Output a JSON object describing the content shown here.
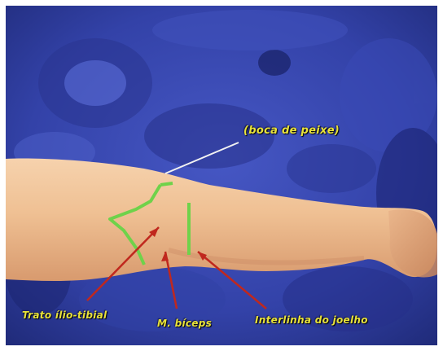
{
  "image": {
    "description_free_labels": true
  },
  "annotations": {
    "boca_de_peixe": "(boca de peixe)",
    "trato_ilio_tibial": "Trato ílio-tibial",
    "m_biceps": "M. bíceps",
    "interlinha_do_joelho": "Interlinha do joelho"
  },
  "colors": {
    "background_blue": "#2d3a9e",
    "label_yellow": "#e8e23a",
    "incision_green": "#6fd24a",
    "arrow_red": "#c0281e",
    "pointer_white": "#f2f2f2",
    "skin": "#f0c49a"
  }
}
